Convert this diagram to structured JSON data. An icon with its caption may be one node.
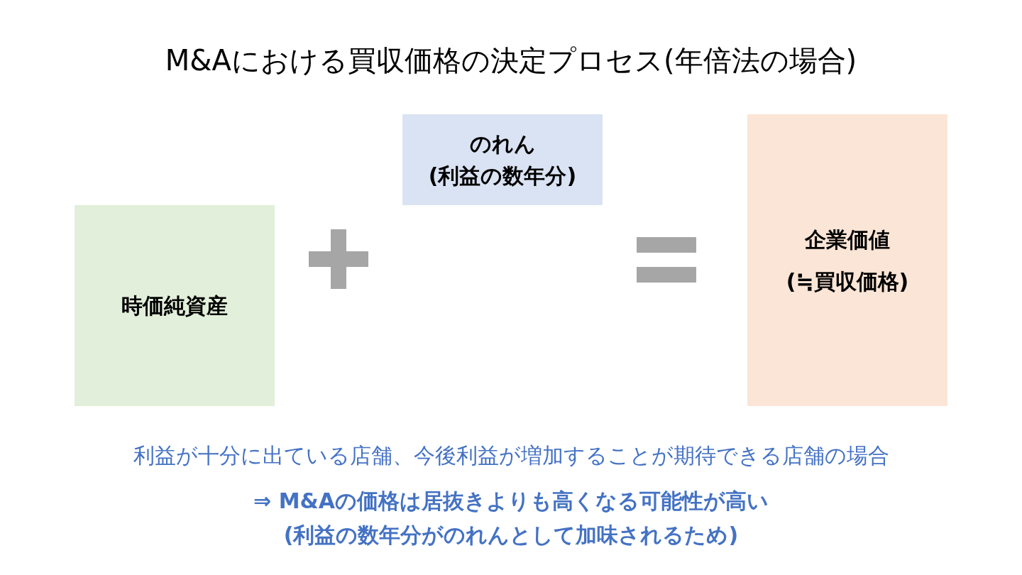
{
  "diagram": {
    "title": "M&Aにおける買収価格の決定プロセス(年倍法の場合)",
    "nodes": [
      {
        "text": [
          "時価純資産"
        ]
      },
      {
        "text": [
          "のれん",
          "(利益の数年分)"
        ]
      },
      {
        "text": [
          "企業価値",
          "(≒買収価格)"
        ]
      }
    ],
    "labels": [
      "利益が十分に出ている店舗、今後利益が増加することが期待できる店舗の場合",
      "⇒ M&Aの価格は居抜きよりも高くなる可能性が高い",
      "(利益の数年分がのれんとして加味されるため)"
    ]
  }
}
